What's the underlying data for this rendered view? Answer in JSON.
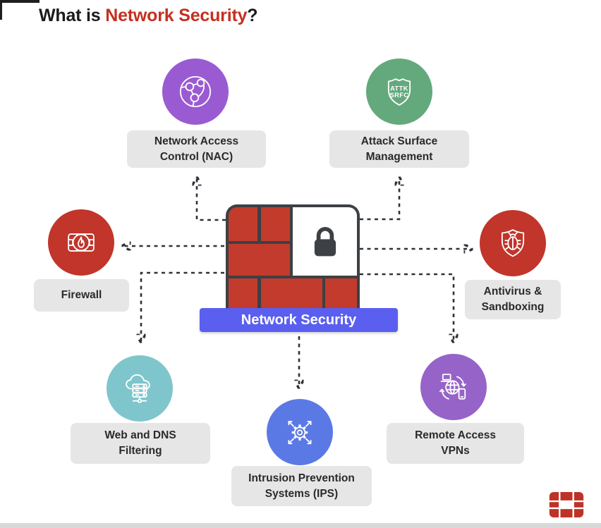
{
  "title": {
    "prefix": "What is ",
    "highlight": "Network Security",
    "suffix": "?"
  },
  "center": {
    "banner_label": "Network Security"
  },
  "nodes": {
    "nac": {
      "line1": "Network Access",
      "line2": "Control (NAC)",
      "color": "#9a5bd2",
      "icon": "network-globe-icon"
    },
    "asm": {
      "line1": "Attack Surface",
      "line2": "Management",
      "color": "#63a97c",
      "icon": "attack-surface-shield-icon",
      "icon_text1": "ATTK",
      "icon_text2": "SRFC"
    },
    "firewall": {
      "line1": "Firewall",
      "color": "#c1352a",
      "icon": "firewall-brick-flame-icon"
    },
    "antivirus": {
      "line1": "Antivirus &",
      "line2": "Sandboxing",
      "color": "#c1352a",
      "icon": "shield-bug-icon"
    },
    "webdns": {
      "line1": "Web and DNS",
      "line2": "Filtering",
      "color": "#7fc5cc",
      "icon": "cloud-server-icon"
    },
    "ips": {
      "line1": "Intrusion Prevention",
      "line2": "Systems (IPS)",
      "color": "#5b79e5",
      "icon": "gear-arrows-icon"
    },
    "vpn": {
      "line1": "Remote Access",
      "line2": "VPNs",
      "color": "#9663c9",
      "icon": "globe-devices-sync-icon"
    }
  },
  "colors": {
    "title_highlight": "#c4301f",
    "banner_bg": "#5a5ff0",
    "brick_red": "#c23b2c",
    "wall_dark": "#3d4044",
    "label_bg": "#e6e6e6",
    "arrow": "#2e3338",
    "logo_red": "#be3227"
  },
  "logo": {
    "icon": "fortinet-logo"
  }
}
